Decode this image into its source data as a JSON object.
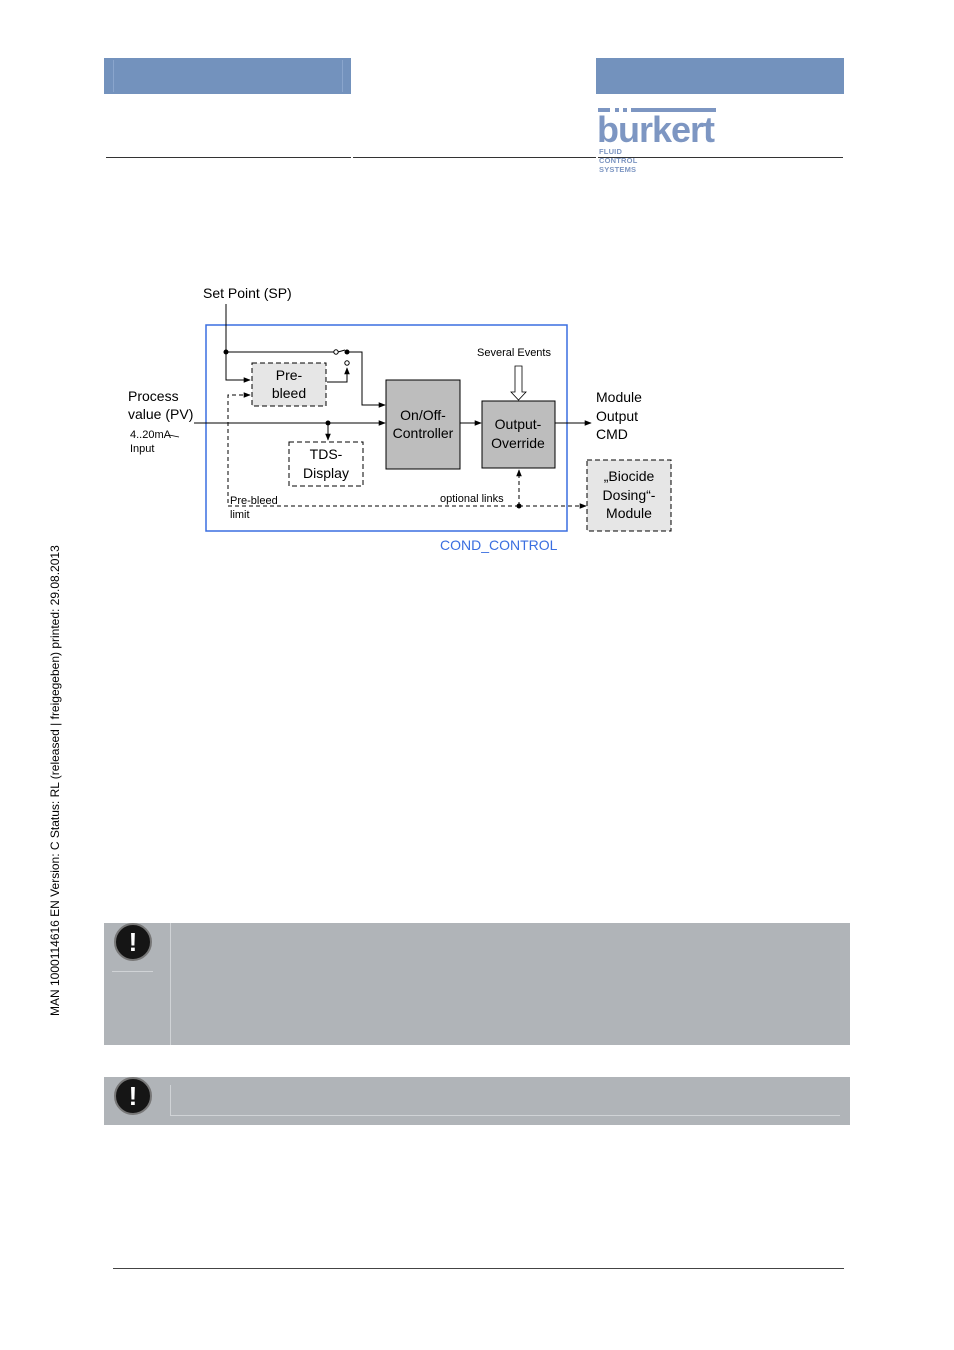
{
  "header": {
    "logo_text": "burkert",
    "logo_subtitle": "FLUID CONTROL SYSTEMS"
  },
  "sidebar": {
    "doc_info": "MAN  1000114616  EN  Version: C  Status: RL (released | freigegeben)  printed: 29.08.2013"
  },
  "diagram": {
    "set_point": "Set Point (SP)",
    "process_value_line1": "Process",
    "process_value_line2": "value (PV)",
    "input_line1": "4..20mA",
    "input_line2": "Input",
    "prebleed_line1": "Pre-",
    "prebleed_line2": "bleed",
    "tds_line1": "TDS-",
    "tds_line2": "Display",
    "controller_line1": "On/Off-",
    "controller_line2": "Controller",
    "override_line1": "Output-",
    "override_line2": "Override",
    "several_events": "Several Events",
    "module_output_line1": "Module",
    "module_output_line2": "Output",
    "module_output_line3": "CMD",
    "biocide_line1": "„Biocide",
    "biocide_line2": "Dosing“-",
    "biocide_line3": "Module",
    "prebleed_limit_line1": "Pre-bleed",
    "prebleed_limit_line2": "limit",
    "optional_links": "optional links",
    "block_name": "COND_CONTROL"
  },
  "colors": {
    "header_bar": "#7392bd",
    "block_border": "#3a6ee0",
    "block_label": "#3a6ee0",
    "function_block": "#bdbdbd",
    "note_background": "#b0b4b8"
  }
}
